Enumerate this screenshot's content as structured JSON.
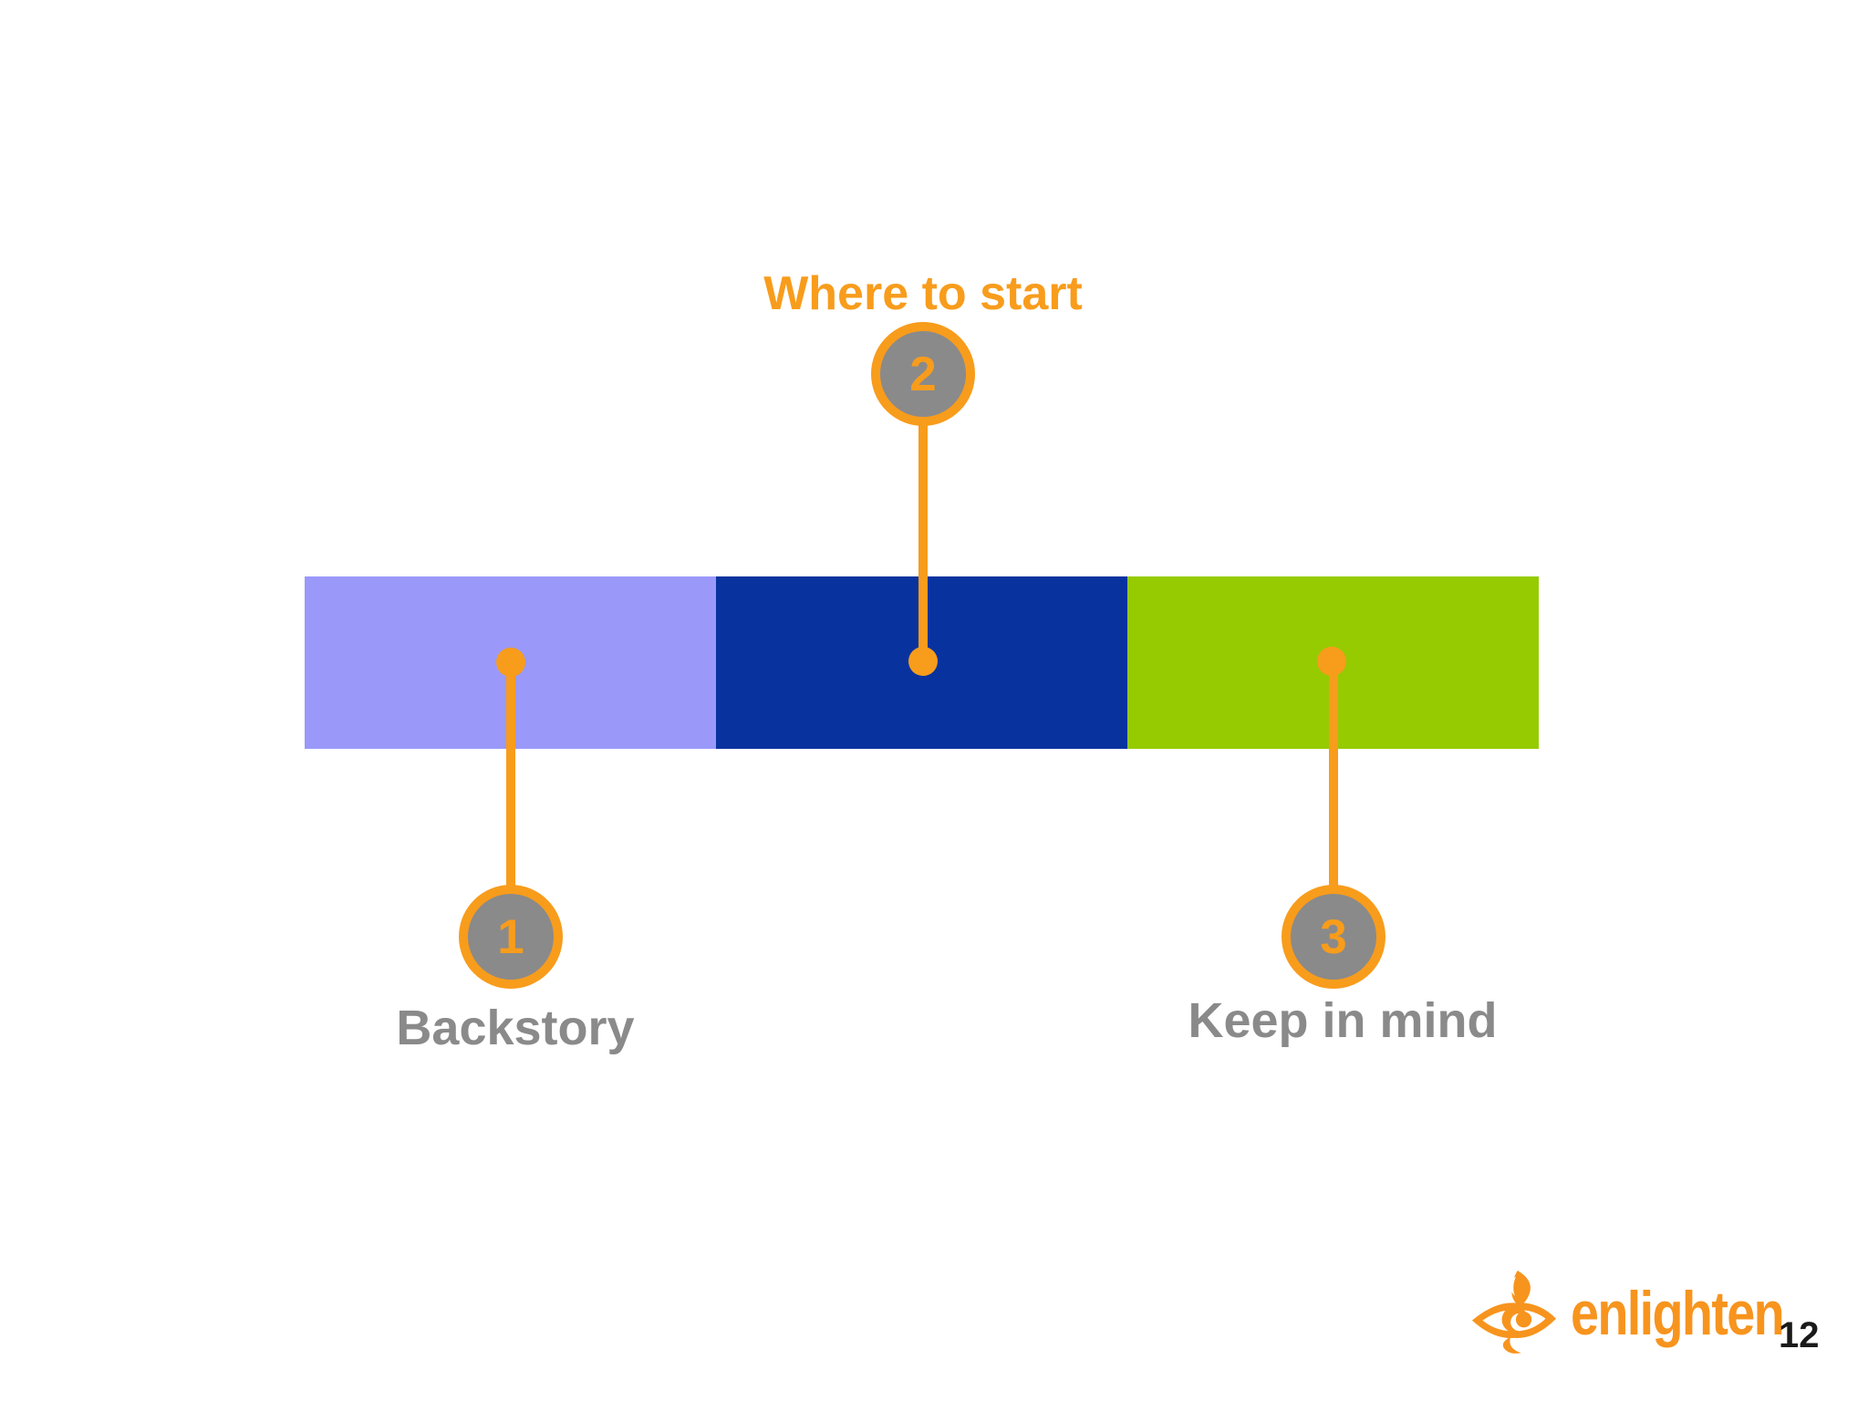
{
  "slide": {
    "page_number": "12"
  },
  "steps": [
    {
      "number": "1",
      "label": "Backstory",
      "label_position": "below"
    },
    {
      "number": "2",
      "label": "Where to start",
      "label_position": "above"
    },
    {
      "number": "3",
      "label": "Keep in mind",
      "label_position": "below"
    }
  ],
  "timeline": {
    "segments": [
      {
        "name": "segment-1",
        "color": "#9a99fa"
      },
      {
        "name": "segment-2",
        "color": "#08339e"
      },
      {
        "name": "segment-3",
        "color": "#95cb00"
      }
    ]
  },
  "branding": {
    "logo_text": "enlighten",
    "logo_icon": "flame-eye-icon",
    "logo_color": "#f7941e"
  },
  "colors": {
    "accent_orange": "#f89c1c",
    "marker_gray": "#8a8a8a",
    "label_gray": "#8a8a8a",
    "segment_lavender": "#9a99fa",
    "segment_blue": "#08339e",
    "segment_green": "#95cb00",
    "page_number_black": "#1a1a1a",
    "background": "#ffffff"
  }
}
